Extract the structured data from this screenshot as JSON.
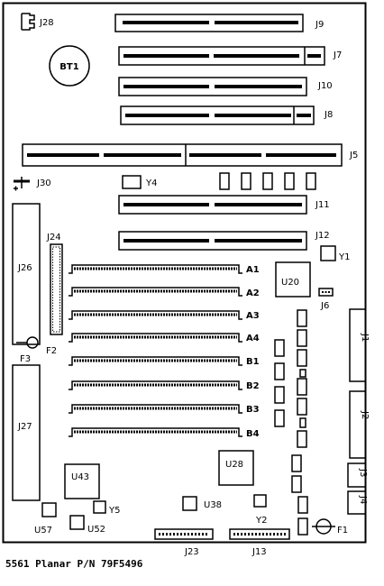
{
  "caption": "5561 Planar P/N 79F5496",
  "labels": {
    "j28": "J28",
    "j9": "J9",
    "bt1": "BT1",
    "j7": "J7",
    "j10": "J10",
    "j8": "J8",
    "j5": "J5",
    "j30": "J30",
    "y4": "Y4",
    "j11": "J11",
    "j12": "J12",
    "j24": "J24",
    "y1": "Y1",
    "j26": "J26",
    "u20": "U20",
    "j6": "J6",
    "j1": "J1",
    "a1": "A1",
    "a2": "A2",
    "a3": "A3",
    "a4": "A4",
    "b1": "B1",
    "b2": "B2",
    "b3": "B3",
    "b4": "B4",
    "f2": "F2",
    "f3": "F3",
    "j2": "J2",
    "j27": "J27",
    "u28": "U28",
    "j3": "J3",
    "u43": "U43",
    "j4": "J4",
    "y5": "Y5",
    "u38": "U38",
    "y2": "Y2",
    "u57": "U57",
    "u52": "U52",
    "f1": "F1",
    "j23": "J23",
    "j13": "J13"
  }
}
